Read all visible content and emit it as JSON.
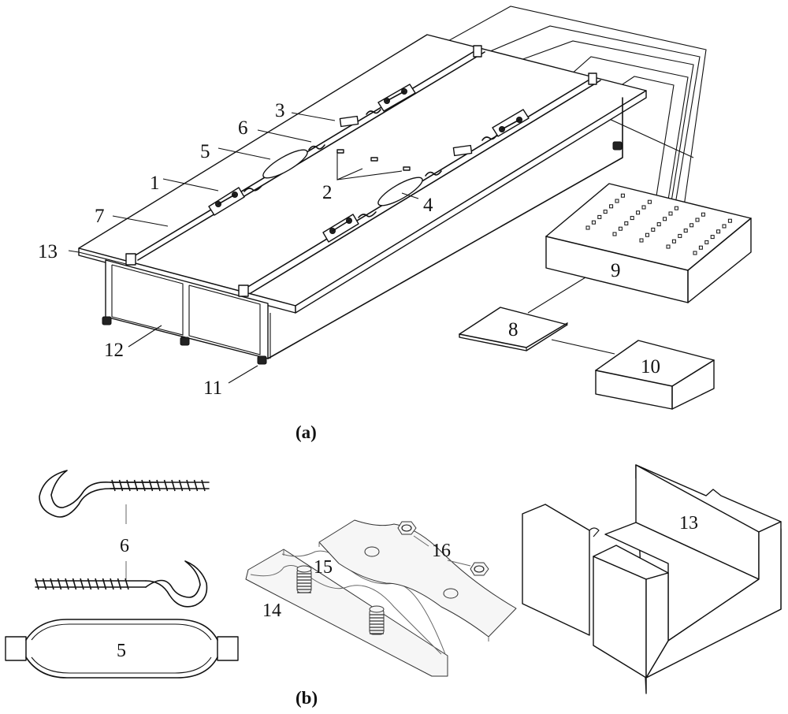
{
  "figure": {
    "panel_a": {
      "caption": "(a)",
      "labels": {
        "l1": "1",
        "l2": "2",
        "l3": "3",
        "l4": "4",
        "l5": "5",
        "l6": "6",
        "l7": "7",
        "l8": "8",
        "l9": "9",
        "l10": "10",
        "l11": "11",
        "l12": "12",
        "l13": "13"
      }
    },
    "panel_b": {
      "caption": "(b)",
      "labels": {
        "hook": "6",
        "turnbuckle": "5",
        "clamp_base": "14",
        "clamp_plate": "15",
        "nut": "16",
        "bracket": "13"
      }
    },
    "colors": {
      "line": "#111111",
      "background": "#ffffff",
      "shade": "#f6f6f6"
    }
  }
}
